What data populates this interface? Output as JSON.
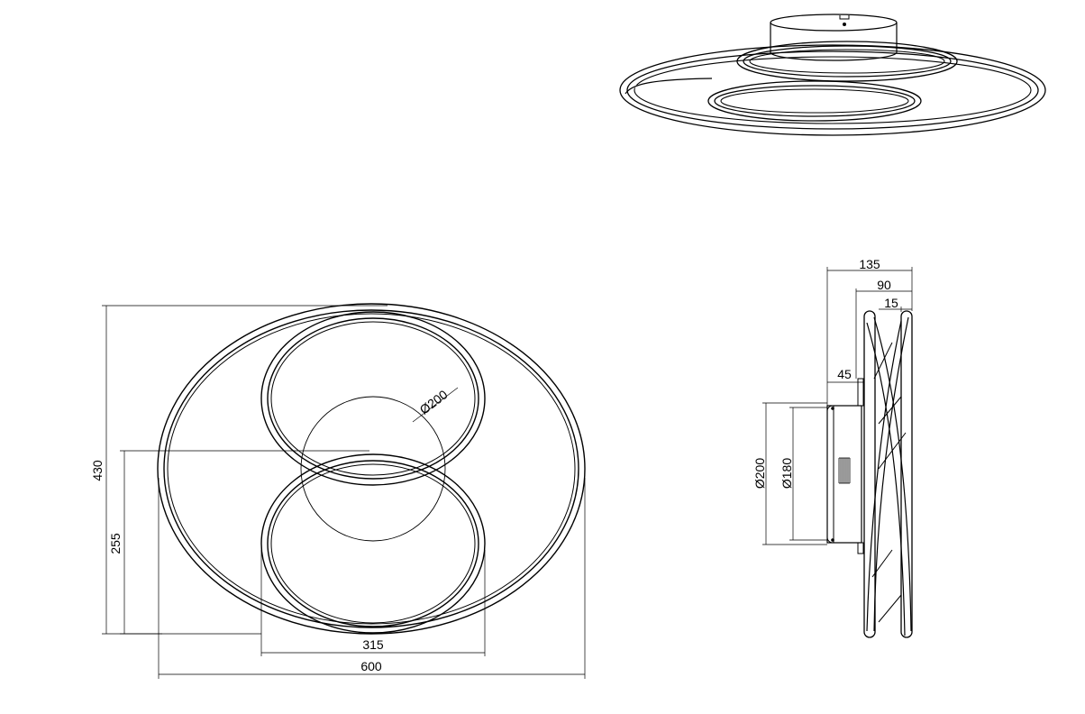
{
  "front_view": {
    "dims": {
      "height": "430",
      "lower_ring_height": "255",
      "lower_ring_width": "315",
      "width": "600",
      "canopy_diameter": "Ø200"
    }
  },
  "side_view": {
    "dims": {
      "depth_total": "135",
      "depth_rings": "90",
      "depth_ring_profile": "15",
      "canopy_depth": "45",
      "canopy_diameter": "Ø200",
      "canopy_inner_diameter": "Ø180"
    }
  }
}
